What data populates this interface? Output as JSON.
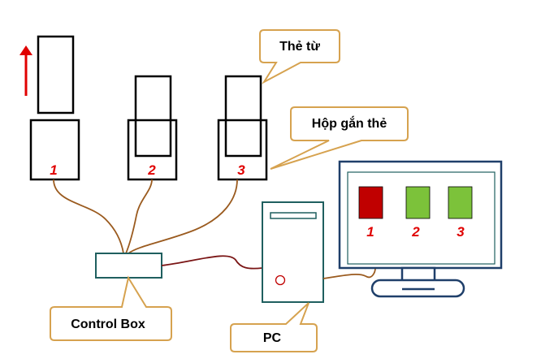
{
  "colors": {
    "box_stroke": "#000000",
    "callout_stroke": "#d6a24f",
    "cable": "#9a5a1e",
    "pc_cable": "#7a1515",
    "device": "#1f5f5f",
    "monitor": "#1f3f6a",
    "red_number": "#e00000",
    "arrow": "#e00000",
    "indicator_red": "#c00000",
    "indicator_green": "#7cc23a"
  },
  "callouts": {
    "card": "Thẻ từ",
    "holder": "Hộp gắn thẻ",
    "control_box": "Control Box",
    "pc": "PC"
  },
  "holders": [
    {
      "number": "1"
    },
    {
      "number": "2"
    },
    {
      "number": "3"
    }
  ],
  "monitor": {
    "indicators": [
      {
        "label": "1",
        "state": "red"
      },
      {
        "label": "2",
        "state": "green"
      },
      {
        "label": "3",
        "state": "green"
      }
    ]
  },
  "icons": {
    "arrow": "up-arrow-icon",
    "power_button": "power-button-icon"
  }
}
